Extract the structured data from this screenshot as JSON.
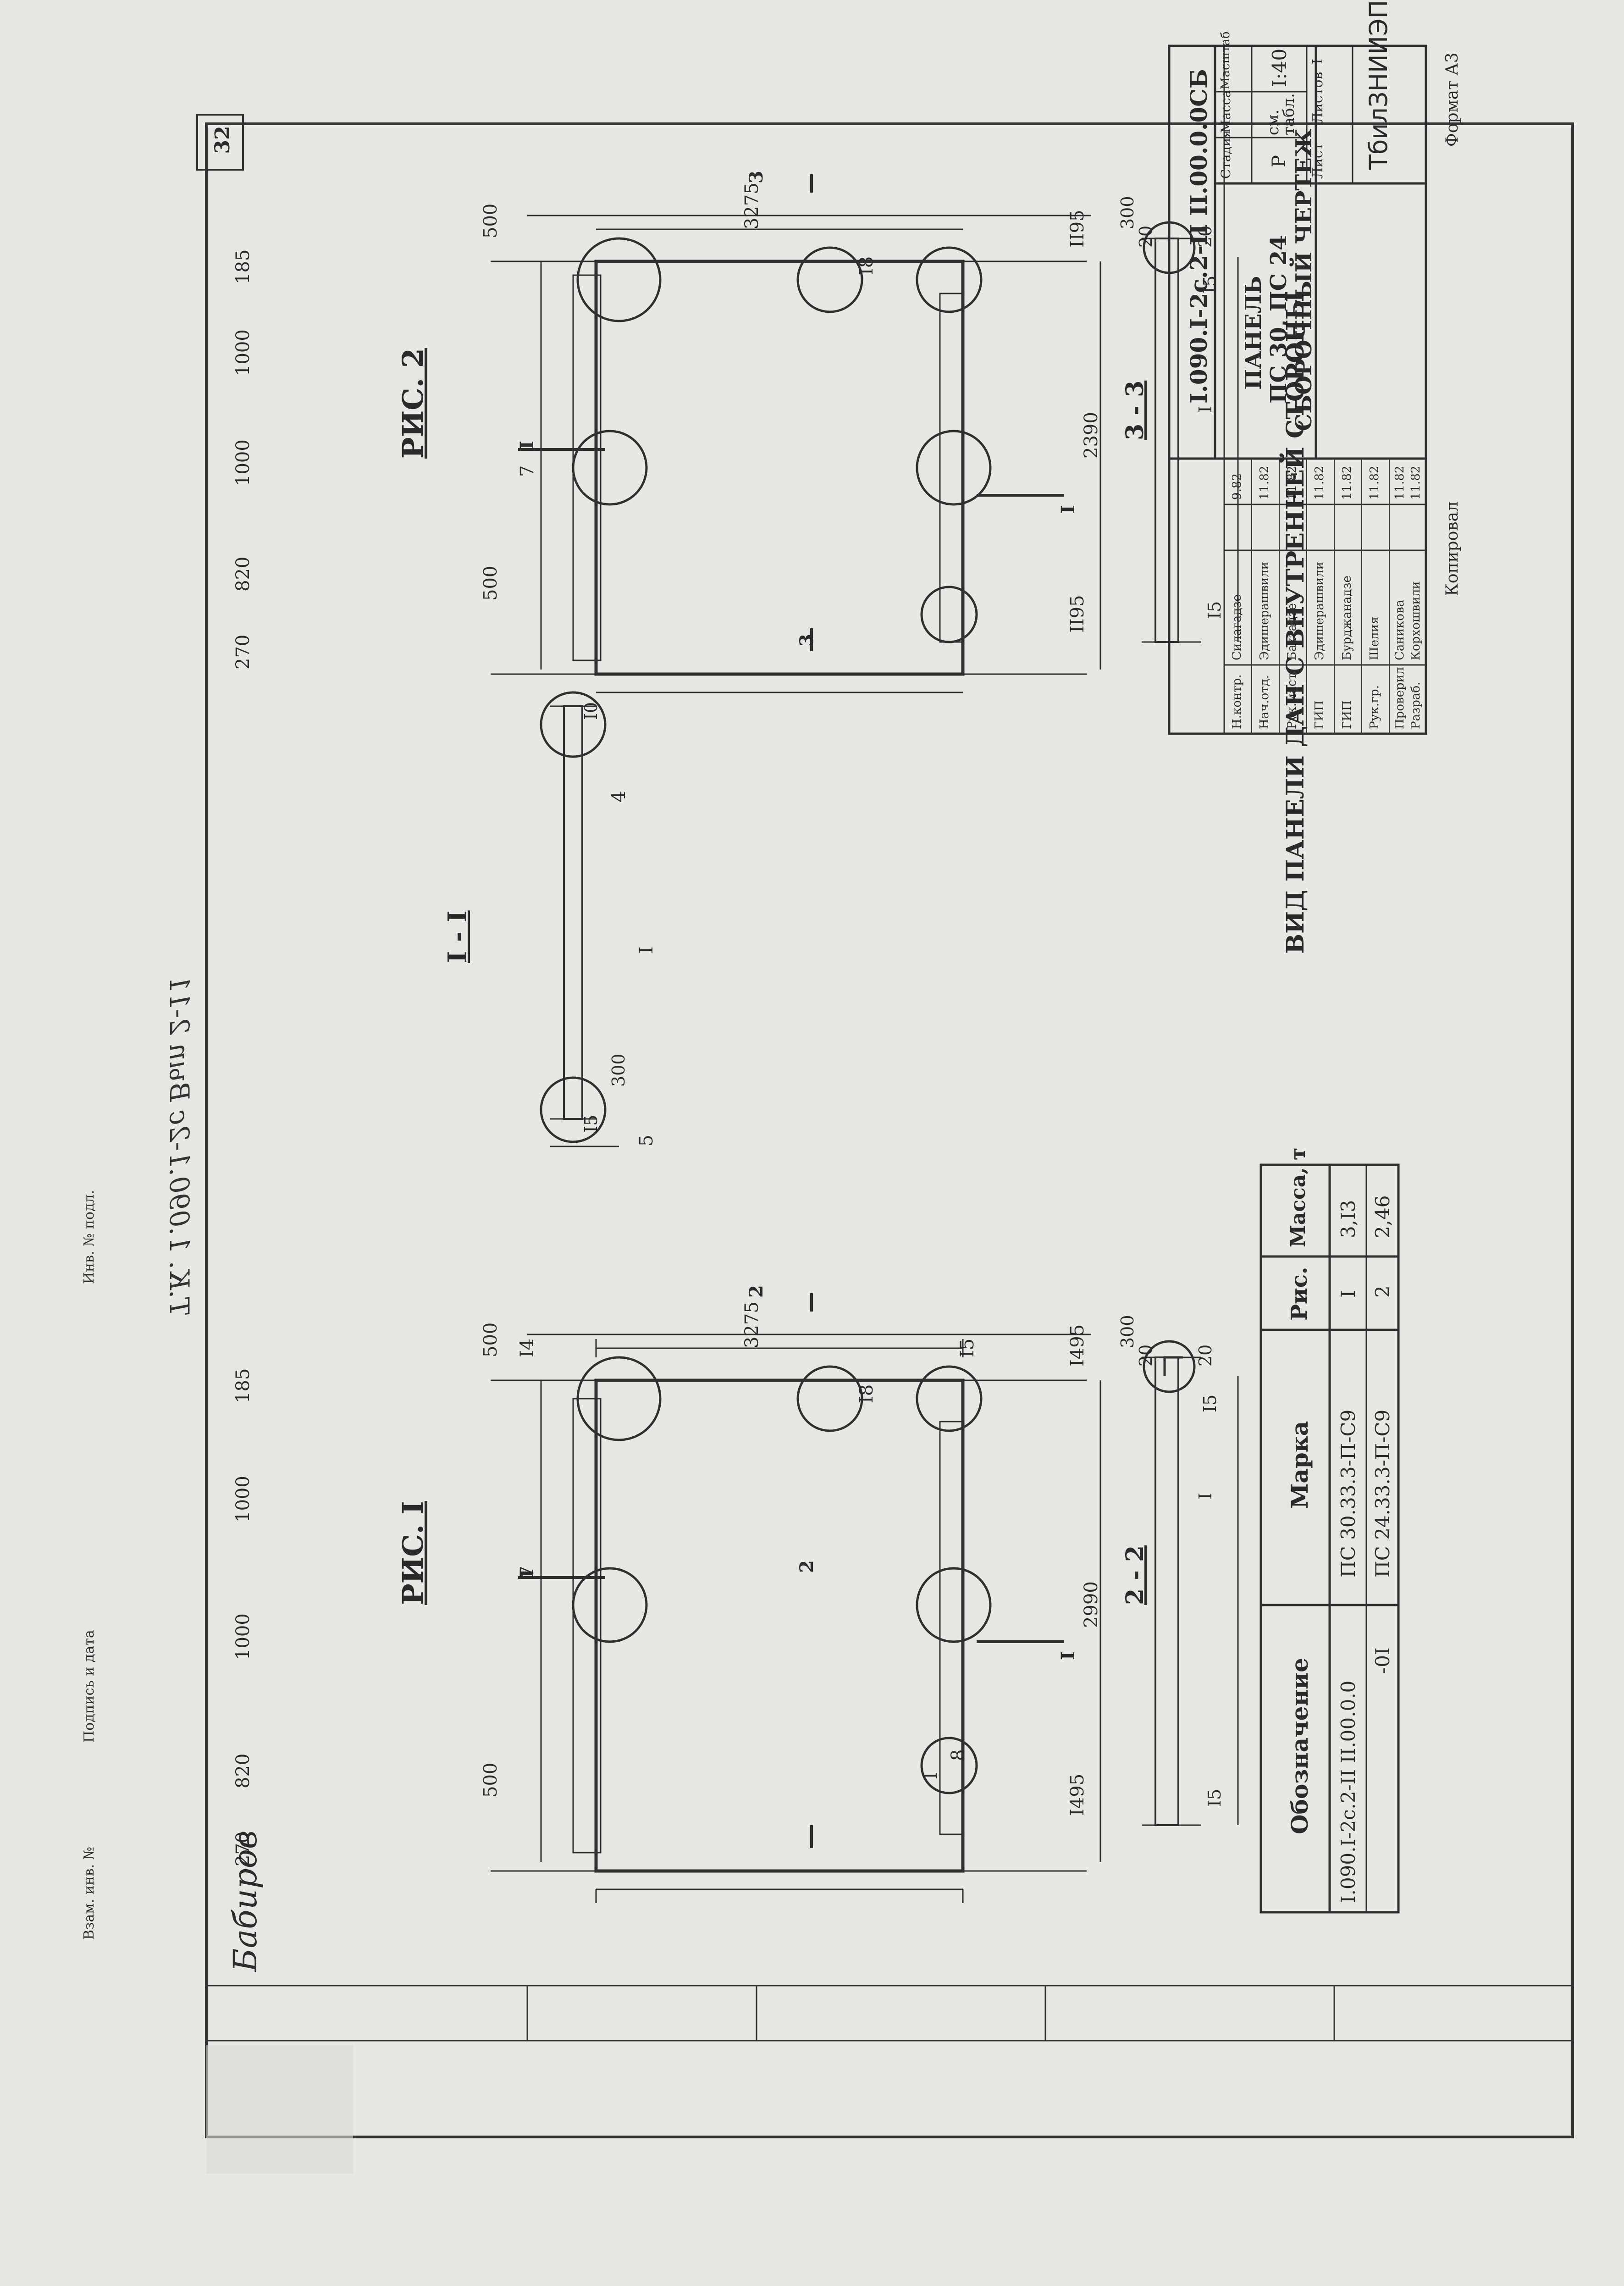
{
  "sheet_number": "32",
  "left_stamp": "Т.К. 1.090.1-2с  Вып 2-11",
  "left_strip_labels": [
    "Взам. инв. №",
    "Подпись и дата",
    "Инв. № подл."
  ],
  "inventory_signature": "Бабиров",
  "fig1": {
    "title": "РИС. I",
    "left_dims": [
      "270",
      "820",
      "1000",
      "1000",
      "185"
    ],
    "top_dims": [
      "500",
      "500"
    ],
    "right_dims": [
      "I495",
      "I495",
      "2990"
    ],
    "height_dim": "3275",
    "section_marks": [
      "2",
      "2",
      "I",
      "I"
    ],
    "callouts": [
      "7",
      "8",
      "I",
      "I4",
      "I5",
      "I8"
    ],
    "section_title": "2 - 2",
    "section_dims": [
      "300",
      "20",
      "20",
      "I5"
    ],
    "section_callout": "I",
    "section_base_dim": "I5"
  },
  "section11": {
    "title": "I - I",
    "dims": [
      "I0",
      "I5",
      "300"
    ],
    "callouts": [
      "4",
      "I",
      "5"
    ]
  },
  "fig2": {
    "title": "РИС. 2",
    "left_dims": [
      "270",
      "820",
      "1000",
      "1000",
      "185"
    ],
    "top_dims": [
      "500",
      "500"
    ],
    "right_dims": [
      "II95",
      "II95",
      "2390"
    ],
    "height_dim": "3275",
    "section_marks": [
      "3",
      "3",
      "I",
      "I"
    ],
    "callouts": [
      "7",
      "I8"
    ],
    "section_title": "3 - 3",
    "section_dims": [
      "300",
      "20",
      "20",
      "I5"
    ],
    "section_callout": "I",
    "section_base_dim": "I5"
  },
  "note": "ВИД ПАНЕЛИ ДАН С ВНУТРЕННЕЙ СТОРОНЫ",
  "spec_table": {
    "headers": [
      "Обозначение",
      "Марка",
      "Рис.",
      "Масса, т"
    ],
    "rows": [
      [
        "I.090.I-2с.2-II II.00.0.0",
        "ПС 30.33.3-П-С9",
        "I",
        "3,I3"
      ],
      [
        "-0I",
        "ПС 24.33.3-П-С9",
        "2",
        "2,46"
      ]
    ]
  },
  "title_block": {
    "document_code": "I.090.I-2с.2-II II.00.0.0СБ",
    "name_lines": [
      "ПАНЕЛЬ",
      "ПС 30, ПС 24",
      "СБОРОЧНЫЙ ЧЕРТЕЖ"
    ],
    "stage_header": "Стадия",
    "mass_header": "Масса",
    "scale_header": "Масштаб",
    "stage": "Р",
    "mass": "см. табл.",
    "scale": "I:40",
    "sheet_label": "Лист",
    "sheets_label": "Листов",
    "sheets_value": "I",
    "organization": "ТбилЗНИИЭП",
    "roles": [
      {
        "role": "Н.контр.",
        "name": "Силагадзе",
        "date": "9.82"
      },
      {
        "role": "Нач.отд.",
        "name": "Эдишерашвили",
        "date": "11.82"
      },
      {
        "role": "Рук.маст.",
        "name": "Бахтадзе",
        "date": "11.82"
      },
      {
        "role": "ГИП",
        "name": "Эдишерашвили",
        "date": "11.82"
      },
      {
        "role": "ГИП",
        "name": "Бурджанадзе",
        "date": "11.82"
      },
      {
        "role": "Рук.гр.",
        "name": "Шелия",
        "date": "11.82"
      },
      {
        "role": "Проверил",
        "name": "Саникова",
        "date": "11.82"
      },
      {
        "role": "Разраб.",
        "name": "Корхошвили",
        "date": "11.82"
      }
    ]
  },
  "copied": "Копировал",
  "format": "Формат А3"
}
